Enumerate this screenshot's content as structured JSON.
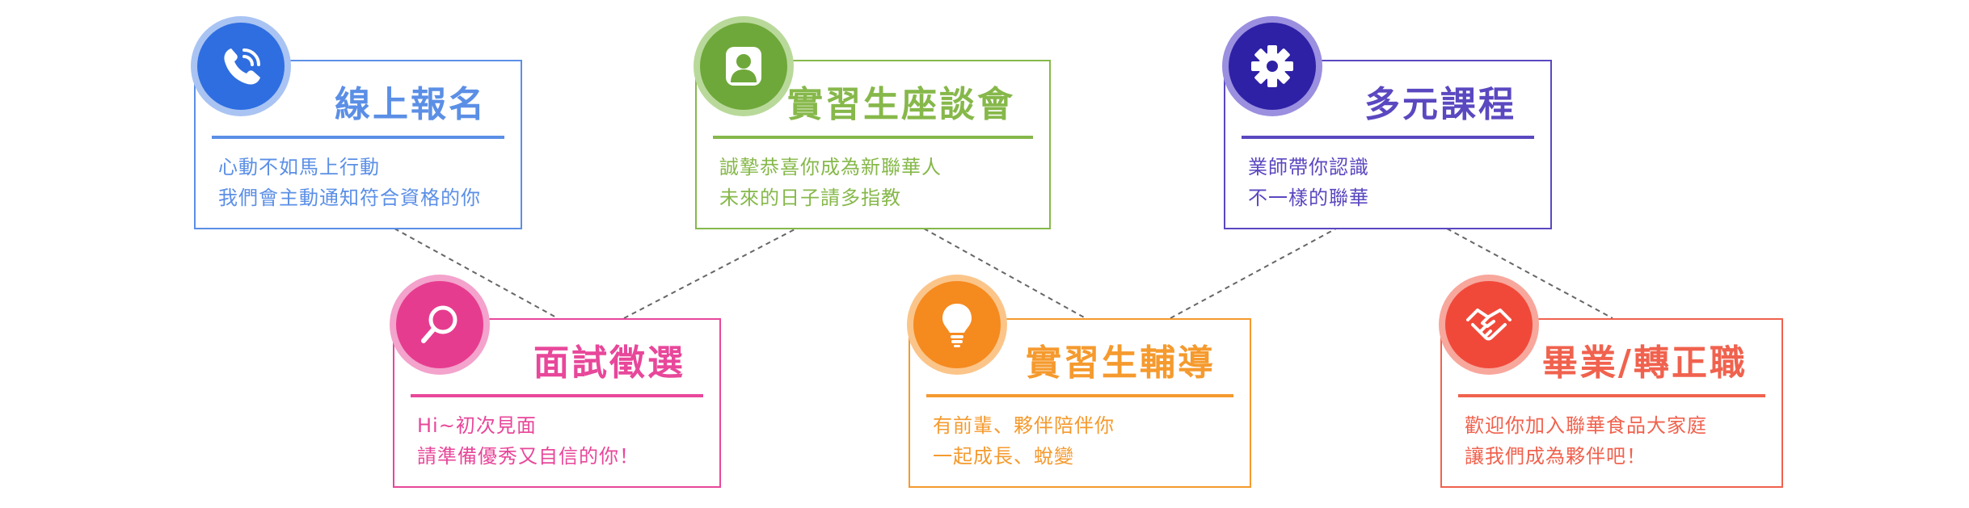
{
  "cards": [
    {
      "title": "線上報名",
      "lines": [
        "心動不如馬上行動",
        "我們會主動通知符合資格的你"
      ],
      "icon": "phone-icon",
      "color": "#5b8fe6",
      "fill": "#2f6ee0",
      "halo": "#a9c4f3"
    },
    {
      "title": "面試徵選",
      "lines": [
        "Hi~初次見面",
        "請準備優秀又自信的你！"
      ],
      "icon": "search-icon",
      "color": "#e8479a",
      "fill": "#e63c8f",
      "halo": "#f3a3cc"
    },
    {
      "title": "實習生座談會",
      "lines": [
        "誠摯恭喜你成為新聯華人",
        "未來的日子請多指教"
      ],
      "icon": "person-icon",
      "color": "#86b84a",
      "fill": "#6ea83a",
      "halo": "#b9d99b"
    },
    {
      "title": "實習生輔導",
      "lines": [
        "有前輩、夥伴陪伴你",
        "一起成長、蛻變"
      ],
      "icon": "lightbulb-icon",
      "color": "#f59a2e",
      "fill": "#f58a1f",
      "halo": "#fbc58a"
    },
    {
      "title": "多元課程",
      "lines": [
        "業師帶你認識",
        "不一樣的聯華"
      ],
      "icon": "gear-icon",
      "color": "#5a48c0",
      "fill": "#2e21a6",
      "halo": "#9b8fe0"
    },
    {
      "title": "畢業/轉正職",
      "lines": [
        "歡迎你加入聯華食品大家庭",
        "讓我們成為夥伴吧！"
      ],
      "icon": "handshake-icon",
      "color": "#f0624e",
      "fill": "#f0493a",
      "halo": "#f8a79c"
    }
  ]
}
